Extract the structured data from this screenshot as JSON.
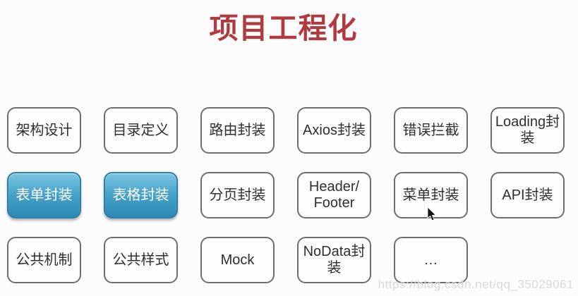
{
  "page": {
    "title": "项目工程化",
    "title_color": "#b13a40",
    "background_color": "#fcfcfc"
  },
  "diagram": {
    "columns": 6,
    "highlight_color_top": "#7dc6e2",
    "highlight_color_bottom": "#2d88b4",
    "plain_border_color": "#6e6e6e",
    "items": [
      {
        "id": "architecture-design",
        "label": "架构设计",
        "variant": "plain"
      },
      {
        "id": "directory-definition",
        "label": "目录定义",
        "variant": "plain"
      },
      {
        "id": "router-wrapper",
        "label": "路由封装",
        "variant": "plain"
      },
      {
        "id": "axios-wrapper",
        "label": "Axios封装",
        "variant": "plain"
      },
      {
        "id": "error-interception",
        "label": "错误拦截",
        "variant": "plain"
      },
      {
        "id": "loading-wrapper",
        "label": "Loading封装",
        "variant": "plain"
      },
      {
        "id": "form-wrapper",
        "label": "表单封装",
        "variant": "blue"
      },
      {
        "id": "table-wrapper",
        "label": "表格封装",
        "variant": "blue"
      },
      {
        "id": "pagination-wrapper",
        "label": "分页封装",
        "variant": "plain"
      },
      {
        "id": "header-footer",
        "label": "Header/\nFooter",
        "variant": "plain"
      },
      {
        "id": "menu-wrapper",
        "label": "菜单封装",
        "variant": "plain"
      },
      {
        "id": "api-wrapper",
        "label": "API封装",
        "variant": "plain"
      },
      {
        "id": "common-mechanism",
        "label": "公共机制",
        "variant": "plain"
      },
      {
        "id": "common-styles",
        "label": "公共样式",
        "variant": "plain"
      },
      {
        "id": "mock",
        "label": "Mock",
        "variant": "plain"
      },
      {
        "id": "nodata-wrapper",
        "label": "NoData封装",
        "variant": "plain"
      },
      {
        "id": "ellipsis",
        "label": "…",
        "variant": "plain"
      },
      {
        "id": "empty-cell",
        "label": "",
        "variant": "empty"
      }
    ]
  },
  "watermark": {
    "text": "https://blog.csdn.net/qq_35029061"
  },
  "cursor": {
    "type": "arrow-pointer"
  }
}
